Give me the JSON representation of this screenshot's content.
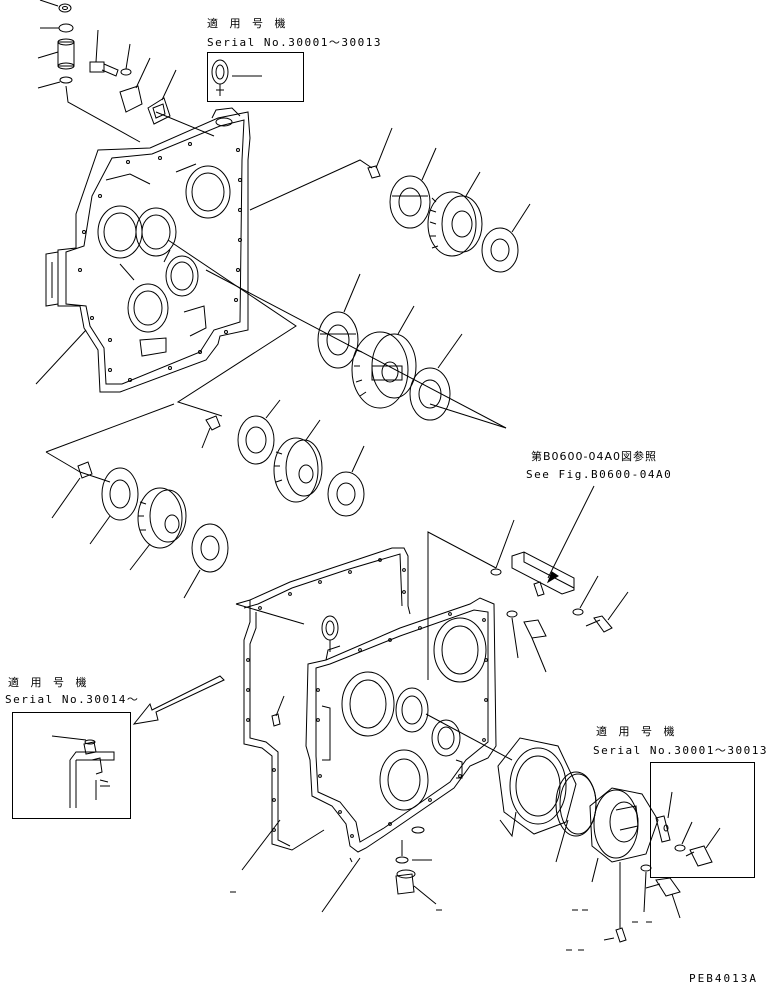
{
  "labels": {
    "top_applicable_jp": "適 用 号 機",
    "top_serial": "Serial No.30001～30013",
    "fig_ref_jp": "第B0600-04A0図参照",
    "fig_ref_en": "See Fig.B0600-04A0",
    "left_applicable_jp": "適 用 号 機",
    "left_serial": "Serial No.30014～",
    "right_applicable_jp": "適 用 号 機",
    "right_serial": "Serial No.30001～30013",
    "drawing_code": "PEB4013A"
  }
}
